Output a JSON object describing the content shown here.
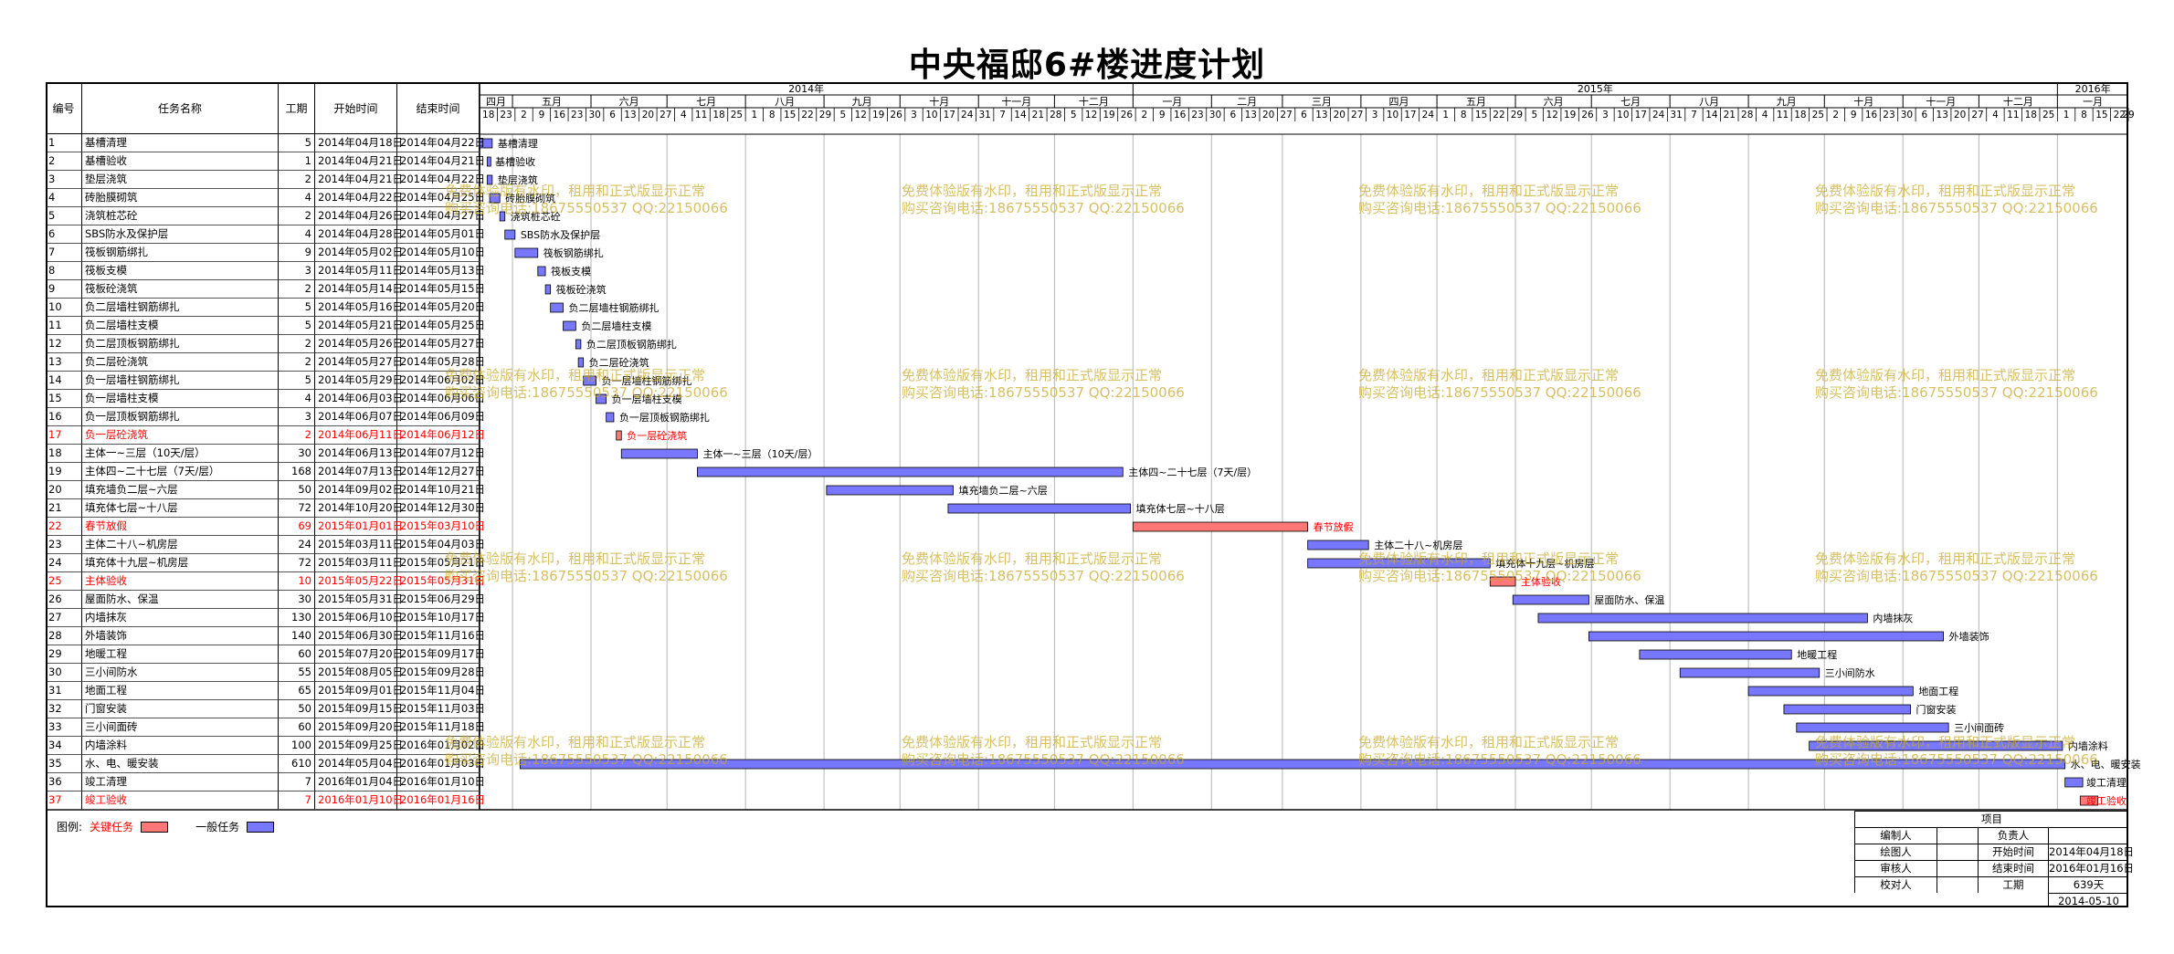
{
  "title": "中央福邸6#楼进度计划",
  "headers": {
    "id": "编号",
    "name": "任务名称",
    "duration": "工期",
    "start": "开始时间",
    "end": "结束时间"
  },
  "timeline": {
    "years": [
      {
        "label": "2014年",
        "start": "2014-04-18",
        "end": "2015-01-01"
      },
      {
        "label": "2015年",
        "start": "2015-01-01",
        "end": "2016-01-01"
      },
      {
        "label": "2016年",
        "start": "2016-01-01",
        "end": "2016-01-29"
      }
    ],
    "months": [
      "四月",
      "五月",
      "六月",
      "七月",
      "八月",
      "九月",
      "十月",
      "十一月",
      "十二月",
      "一月",
      "二月",
      "三月",
      "四月",
      "五月",
      "六月",
      "七月",
      "八月",
      "九月",
      "十月",
      "十一月",
      "十二月",
      "一月"
    ],
    "ticks_text": "18 23 2 9 16 23 30 6 13 20 27 4 11 18 25 1 8 15 22 29 5 12 19 26 3 10 17 24 31 7 14 21 28 5 12 19 26 2 9 16 23 30 6 13 20 27 6 13 20 27 3 10 17 24 1 8 15 22 29 5 12 19 26 3 10 17 24 31 7 14 21 28 4 11 18 25 2 9 16 23 30 6 13 20 27 4 11 18 25 1 8 15 22 29"
  },
  "chart_data": {
    "type": "gantt",
    "title": "中央福邸6#楼进度计划",
    "x_range": [
      "2014-04-18",
      "2016-01-29"
    ],
    "legend": [
      {
        "label": "关键任务",
        "color": "#ff7777"
      },
      {
        "label": "一般任务",
        "color": "#7777ff"
      }
    ],
    "tasks": [
      {
        "id": "1",
        "name": "基槽清理",
        "duration": "5",
        "start": "2014年04月18日",
        "end": "2014年04月22日",
        "s": "2014-04-18",
        "e": "2014-04-22",
        "critical": false
      },
      {
        "id": "2",
        "name": "基槽验收",
        "duration": "1",
        "start": "2014年04月21日",
        "end": "2014年04月21日",
        "s": "2014-04-21",
        "e": "2014-04-21",
        "critical": false
      },
      {
        "id": "3",
        "name": "垫层浇筑",
        "duration": "2",
        "start": "2014年04月21日",
        "end": "2014年04月22日",
        "s": "2014-04-21",
        "e": "2014-04-22",
        "critical": false
      },
      {
        "id": "4",
        "name": "砖胎膜砌筑",
        "duration": "4",
        "start": "2014年04月22日",
        "end": "2014年04月25日",
        "s": "2014-04-22",
        "e": "2014-04-25",
        "critical": false
      },
      {
        "id": "5",
        "name": "浇筑桩芯砼",
        "duration": "2",
        "start": "2014年04月26日",
        "end": "2014年04月27日",
        "s": "2014-04-26",
        "e": "2014-04-27",
        "critical": false
      },
      {
        "id": "6",
        "name": "SBS防水及保护层",
        "duration": "4",
        "start": "2014年04月28日",
        "end": "2014年05月01日",
        "s": "2014-04-28",
        "e": "2014-05-01",
        "critical": false
      },
      {
        "id": "7",
        "name": "筏板钢筋绑扎",
        "duration": "9",
        "start": "2014年05月02日",
        "end": "2014年05月10日",
        "s": "2014-05-02",
        "e": "2014-05-10",
        "critical": false
      },
      {
        "id": "8",
        "name": "筏板支模",
        "duration": "3",
        "start": "2014年05月11日",
        "end": "2014年05月13日",
        "s": "2014-05-11",
        "e": "2014-05-13",
        "critical": false
      },
      {
        "id": "9",
        "name": "筏板砼浇筑",
        "duration": "2",
        "start": "2014年05月14日",
        "end": "2014年05月15日",
        "s": "2014-05-14",
        "e": "2014-05-15",
        "critical": false
      },
      {
        "id": "10",
        "name": "负二层墙柱钢筋绑扎",
        "duration": "5",
        "start": "2014年05月16日",
        "end": "2014年05月20日",
        "s": "2014-05-16",
        "e": "2014-05-20",
        "critical": false
      },
      {
        "id": "11",
        "name": "负二层墙柱支模",
        "duration": "5",
        "start": "2014年05月21日",
        "end": "2014年05月25日",
        "s": "2014-05-21",
        "e": "2014-05-25",
        "critical": false
      },
      {
        "id": "12",
        "name": "负二层顶板钢筋绑扎",
        "duration": "2",
        "start": "2014年05月26日",
        "end": "2014年05月27日",
        "s": "2014-05-26",
        "e": "2014-05-27",
        "critical": false
      },
      {
        "id": "13",
        "name": "负二层砼浇筑",
        "duration": "2",
        "start": "2014年05月27日",
        "end": "2014年05月28日",
        "s": "2014-05-27",
        "e": "2014-05-28",
        "critical": false
      },
      {
        "id": "14",
        "name": "负一层墙柱钢筋绑扎",
        "duration": "5",
        "start": "2014年05月29日",
        "end": "2014年06月02日",
        "s": "2014-05-29",
        "e": "2014-06-02",
        "critical": false
      },
      {
        "id": "15",
        "name": "负一层墙柱支模",
        "duration": "4",
        "start": "2014年06月03日",
        "end": "2014年06月06日",
        "s": "2014-06-03",
        "e": "2014-06-06",
        "critical": false
      },
      {
        "id": "16",
        "name": "负一层顶板钢筋绑扎",
        "duration": "3",
        "start": "2014年06月07日",
        "end": "2014年06月09日",
        "s": "2014-06-07",
        "e": "2014-06-09",
        "critical": false
      },
      {
        "id": "17",
        "name": "负一层砼浇筑",
        "duration": "2",
        "start": "2014年06月11日",
        "end": "2014年06月12日",
        "s": "2014-06-11",
        "e": "2014-06-12",
        "critical": true
      },
      {
        "id": "18",
        "name": "主体一~三层（10天/层）",
        "duration": "30",
        "start": "2014年06月13日",
        "end": "2014年07月12日",
        "s": "2014-06-13",
        "e": "2014-07-12",
        "critical": false
      },
      {
        "id": "19",
        "name": "主体四~二十七层（7天/层）",
        "duration": "168",
        "start": "2014年07月13日",
        "end": "2014年12月27日",
        "s": "2014-07-13",
        "e": "2014-12-27",
        "critical": false
      },
      {
        "id": "20",
        "name": "填充墙负二层~六层",
        "duration": "50",
        "start": "2014年09月02日",
        "end": "2014年10月21日",
        "s": "2014-09-02",
        "e": "2014-10-21",
        "critical": false
      },
      {
        "id": "21",
        "name": "填充体七层~十八层",
        "duration": "72",
        "start": "2014年10月20日",
        "end": "2014年12月30日",
        "s": "2014-10-20",
        "e": "2014-12-30",
        "critical": false
      },
      {
        "id": "22",
        "name": "春节放假",
        "duration": "69",
        "start": "2015年01月01日",
        "end": "2015年03月10日",
        "s": "2015-01-01",
        "e": "2015-03-10",
        "critical": true
      },
      {
        "id": "23",
        "name": "主体二十八~机房层",
        "duration": "24",
        "start": "2015年03月11日",
        "end": "2015年04月03日",
        "s": "2015-03-11",
        "e": "2015-04-03",
        "critical": false
      },
      {
        "id": "24",
        "name": "填充体十九层~机房层",
        "duration": "72",
        "start": "2015年03月11日",
        "end": "2015年05月21日",
        "s": "2015-03-11",
        "e": "2015-05-21",
        "critical": false
      },
      {
        "id": "25",
        "name": "主体验收",
        "duration": "10",
        "start": "2015年05月22日",
        "end": "2015年05月31日",
        "s": "2015-05-22",
        "e": "2015-05-31",
        "critical": true
      },
      {
        "id": "26",
        "name": "屋面防水、保温",
        "duration": "30",
        "start": "2015年05月31日",
        "end": "2015年06月29日",
        "s": "2015-05-31",
        "e": "2015-06-29",
        "critical": false
      },
      {
        "id": "27",
        "name": "内墙抹灰",
        "duration": "130",
        "start": "2015年06月10日",
        "end": "2015年10月17日",
        "s": "2015-06-10",
        "e": "2015-10-17",
        "critical": false
      },
      {
        "id": "28",
        "name": "外墙装饰",
        "duration": "140",
        "start": "2015年06月30日",
        "end": "2015年11月16日",
        "s": "2015-06-30",
        "e": "2015-11-16",
        "critical": false
      },
      {
        "id": "29",
        "name": "地暖工程",
        "duration": "60",
        "start": "2015年07月20日",
        "end": "2015年09月17日",
        "s": "2015-07-20",
        "e": "2015-09-17",
        "critical": false
      },
      {
        "id": "30",
        "name": "三小间防水",
        "duration": "55",
        "start": "2015年08月05日",
        "end": "2015年09月28日",
        "s": "2015-08-05",
        "e": "2015-09-28",
        "critical": false
      },
      {
        "id": "31",
        "name": "地面工程",
        "duration": "65",
        "start": "2015年09月01日",
        "end": "2015年11月04日",
        "s": "2015-09-01",
        "e": "2015-11-04",
        "critical": false
      },
      {
        "id": "32",
        "name": "门窗安装",
        "duration": "50",
        "start": "2015年09月15日",
        "end": "2015年11月03日",
        "s": "2015-09-15",
        "e": "2015-11-03",
        "critical": false
      },
      {
        "id": "33",
        "name": "三小间面砖",
        "duration": "60",
        "start": "2015年09月20日",
        "end": "2015年11月18日",
        "s": "2015-09-20",
        "e": "2015-11-18",
        "critical": false
      },
      {
        "id": "34",
        "name": "内墙涂料",
        "duration": "100",
        "start": "2015年09月25日",
        "end": "2016年01月02日",
        "s": "2015-09-25",
        "e": "2016-01-02",
        "critical": false
      },
      {
        "id": "35",
        "name": "水、电、暖安装",
        "duration": "610",
        "start": "2014年05月04日",
        "end": "2016年01月03日",
        "s": "2014-05-04",
        "e": "2016-01-03",
        "critical": false
      },
      {
        "id": "36",
        "name": "竣工清理",
        "duration": "7",
        "start": "2016年01月04日",
        "end": "2016年01月10日",
        "s": "2016-01-04",
        "e": "2016-01-10",
        "critical": false
      },
      {
        "id": "37",
        "name": "竣工验收",
        "duration": "7",
        "start": "2016年01月10日",
        "end": "2016年01月16日",
        "s": "2016-01-10",
        "e": "2016-01-16",
        "critical": true
      }
    ]
  },
  "legend": {
    "prefix": "图例:",
    "critical_label": "关键任务",
    "normal_label": "一般任务",
    "critical_color": "#ff7777",
    "normal_color": "#7777ff"
  },
  "info": {
    "header": "项目",
    "rows": [
      [
        "编制人",
        "",
        "负责人",
        ""
      ],
      [
        "绘图人",
        "",
        "开始时间",
        "2014年04月18日"
      ],
      [
        "审核人",
        "",
        "结束时间",
        "2016年01月16日"
      ],
      [
        "校对人",
        "",
        "工期",
        "639天"
      ]
    ],
    "date": "2014-05-10"
  },
  "watermark": {
    "line1": "免费体验版有水印，租用和正式版显示正常",
    "line2": "购买咨询电话:18675550537 QQ:22150066"
  },
  "colors": {
    "critical_bar": "#ff7777",
    "normal_bar": "#7777ff",
    "critical_text": "#ff0000",
    "grid": "#bbbbbb"
  }
}
